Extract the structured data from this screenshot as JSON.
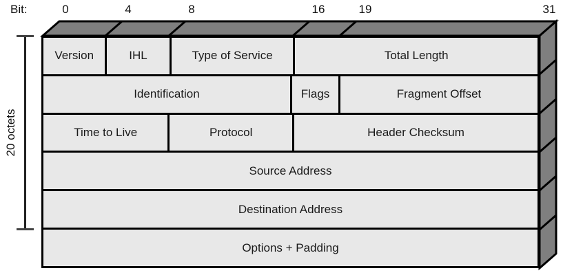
{
  "bit_ruler": {
    "prefix_label": "Bit:",
    "ticks": [
      {
        "bit": "0"
      },
      {
        "bit": "4"
      },
      {
        "bit": "8"
      },
      {
        "bit": "16"
      },
      {
        "bit": "19"
      },
      {
        "bit": "31"
      }
    ]
  },
  "diagram": {
    "rows": [
      {
        "cells": [
          {
            "label": "Version",
            "bits": 4
          },
          {
            "label": "IHL",
            "bits": 4
          },
          {
            "label": "Type of Service",
            "bits": 8
          },
          {
            "label": "Total Length",
            "bits": 16
          }
        ]
      },
      {
        "cells": [
          {
            "label": "Identification",
            "bits": 16
          },
          {
            "label": "Flags",
            "bits": 3
          },
          {
            "label": "Fragment Offset",
            "bits": 13
          }
        ]
      },
      {
        "cells": [
          {
            "label": "Time to Live",
            "bits": 8
          },
          {
            "label": "Protocol",
            "bits": 8
          },
          {
            "label": "Header Checksum",
            "bits": 16
          }
        ]
      },
      {
        "cells": [
          {
            "label": "Source Address",
            "bits": 32
          }
        ]
      },
      {
        "cells": [
          {
            "label": "Destination Address",
            "bits": 32
          }
        ]
      },
      {
        "cells": [
          {
            "label": "Options + Padding",
            "bits": 32
          }
        ]
      }
    ]
  },
  "side_label": "20 octets",
  "colors": {
    "face_gray": "#7f7f7f",
    "cell_gray": "#e8e8e8",
    "line": "#000000"
  }
}
